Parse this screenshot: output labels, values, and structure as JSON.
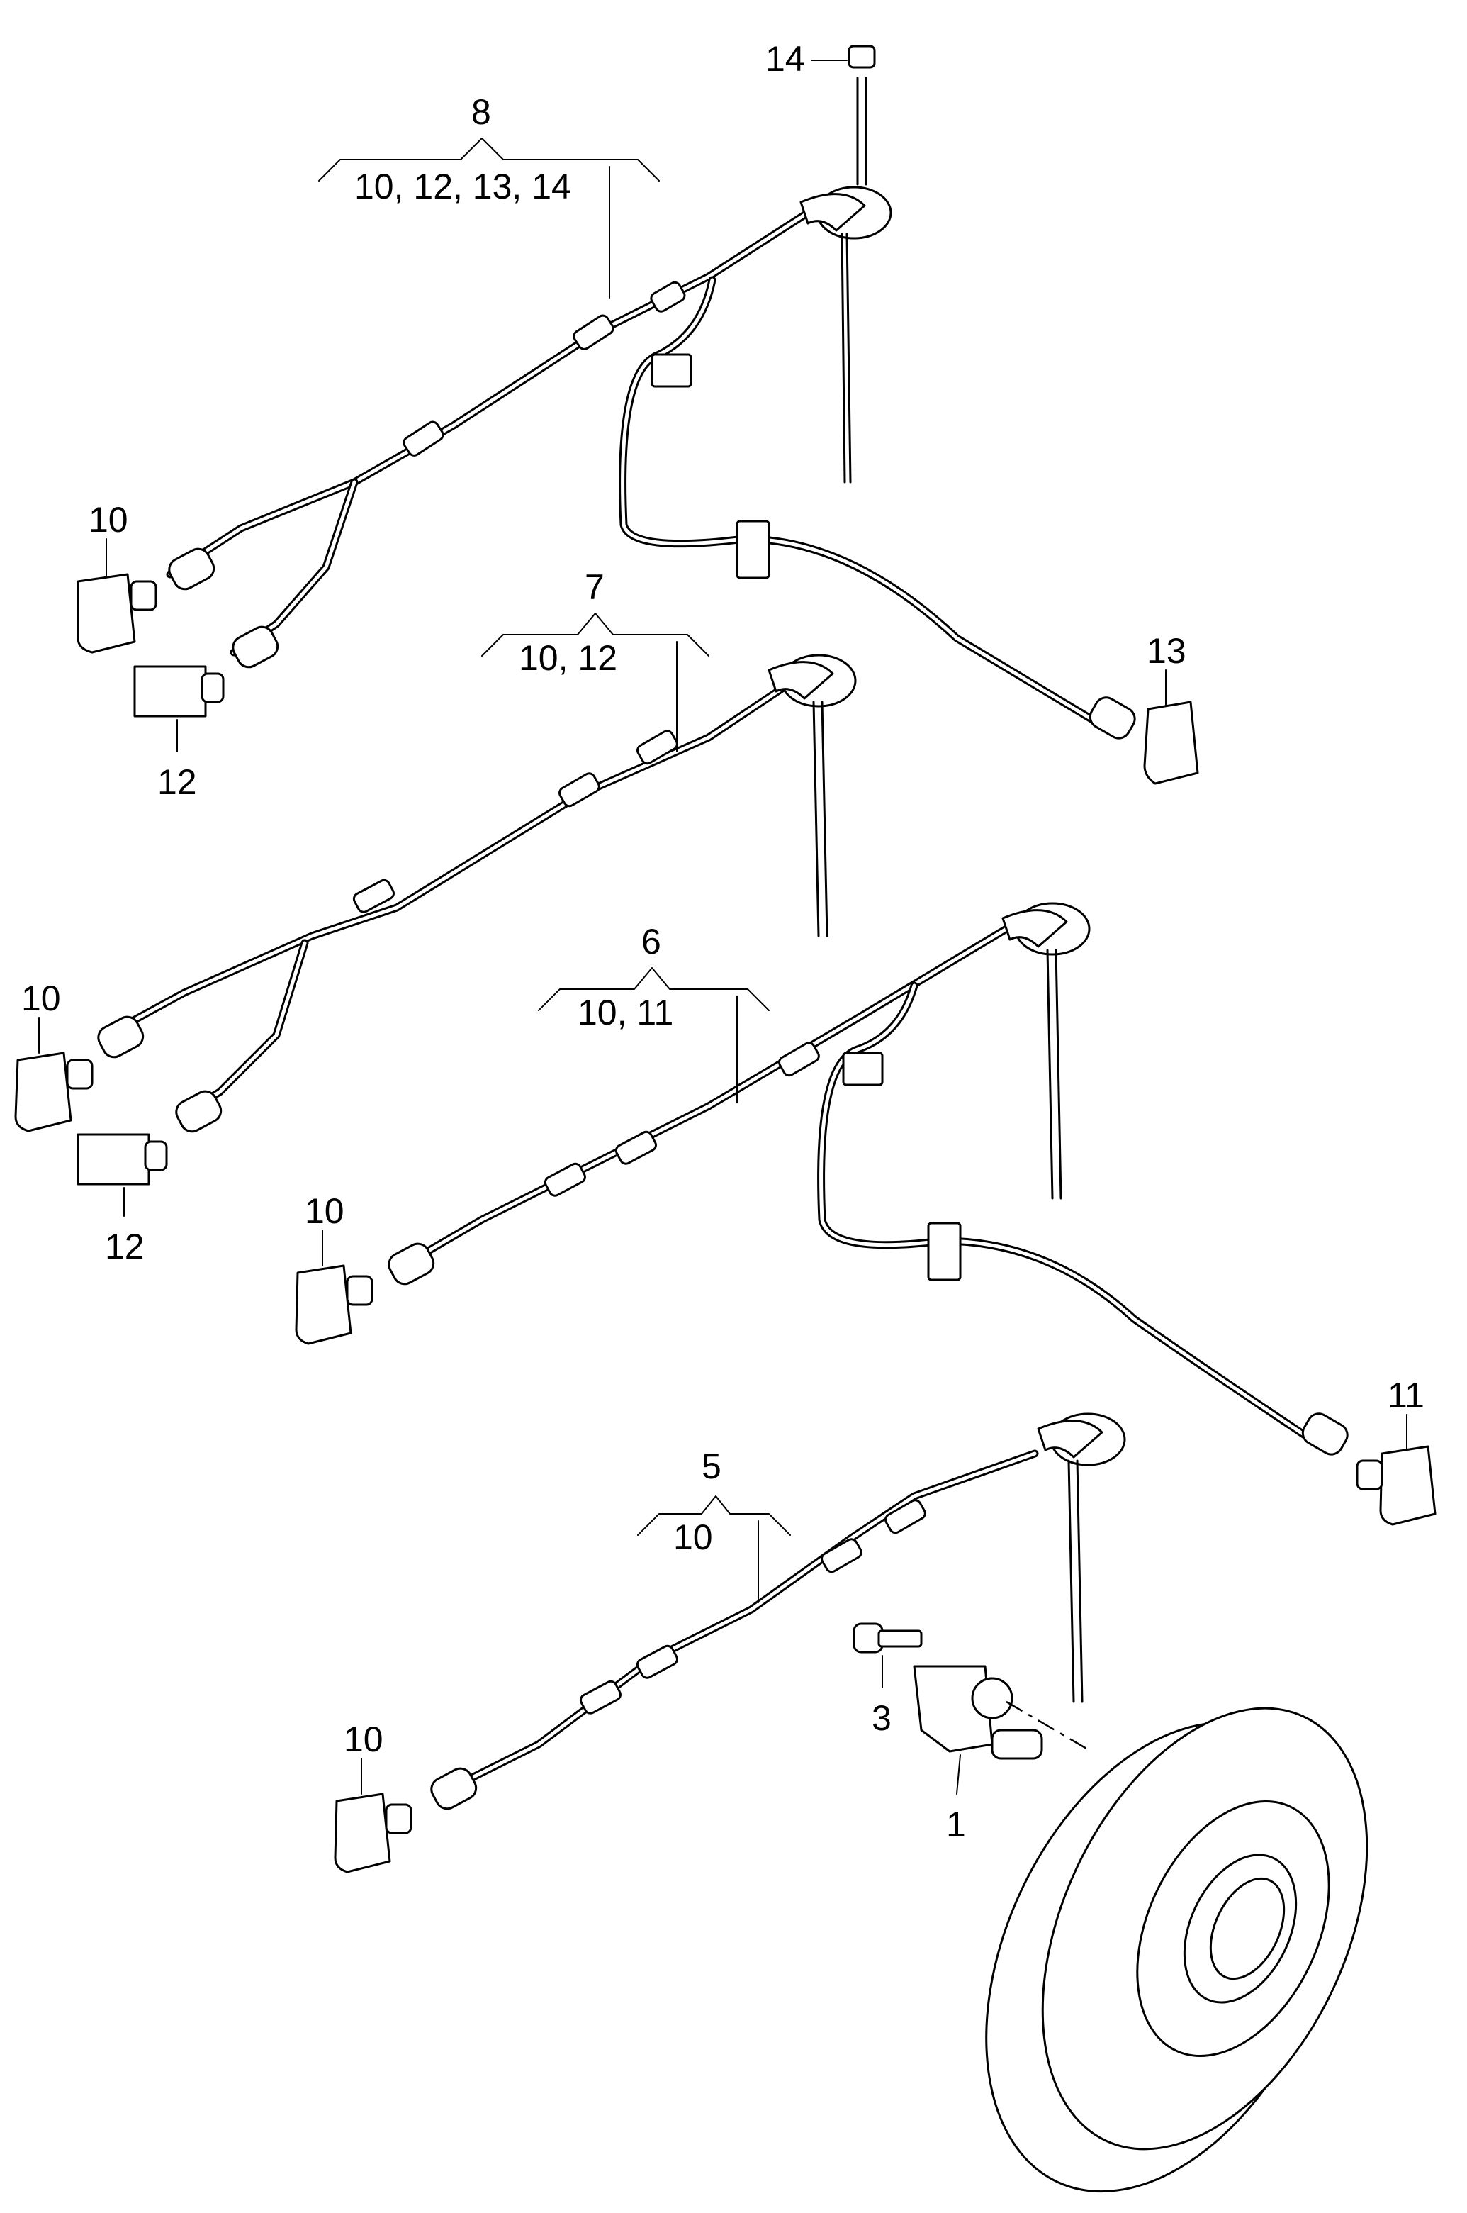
{
  "diagram": {
    "callouts": {
      "item_14": "14",
      "item_8": "8",
      "item_8_sub": "10, 12, 13, 14",
      "item_10_a": "10",
      "item_12_a": "12",
      "item_13": "13",
      "item_7": "7",
      "item_7_sub": "10, 12",
      "item_10_b": "10",
      "item_12_b": "12",
      "item_6": "6",
      "item_6_sub": "10, 11",
      "item_10_c": "10",
      "item_11": "11",
      "item_5": "5",
      "item_5_sub": "10",
      "item_10_d": "10",
      "item_3": "3",
      "item_1": "1"
    }
  }
}
